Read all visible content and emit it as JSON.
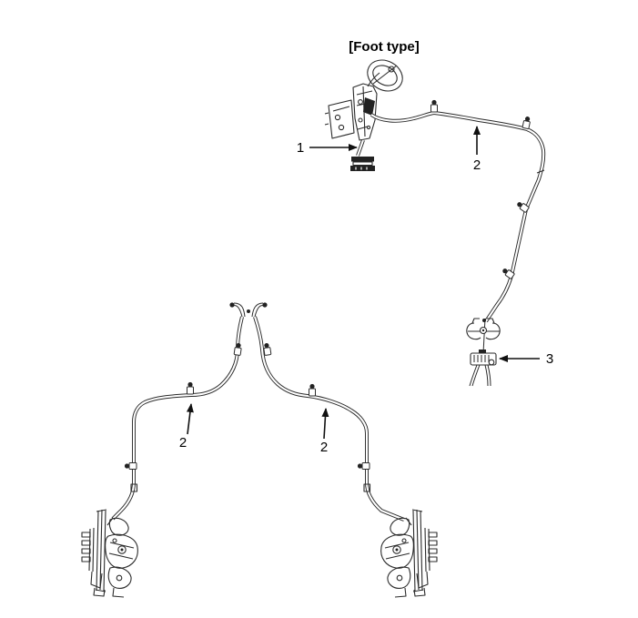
{
  "title": "[Foot type]",
  "callouts": {
    "label_1": "1",
    "label_2": "2",
    "label_3": "3"
  },
  "icons": {
    "cable_clip": "clip-with-stud",
    "arrowhead": "solid-triangle"
  },
  "colors": {
    "line": "#2b2b2b",
    "background": "#ffffff",
    "text": "#000000"
  }
}
